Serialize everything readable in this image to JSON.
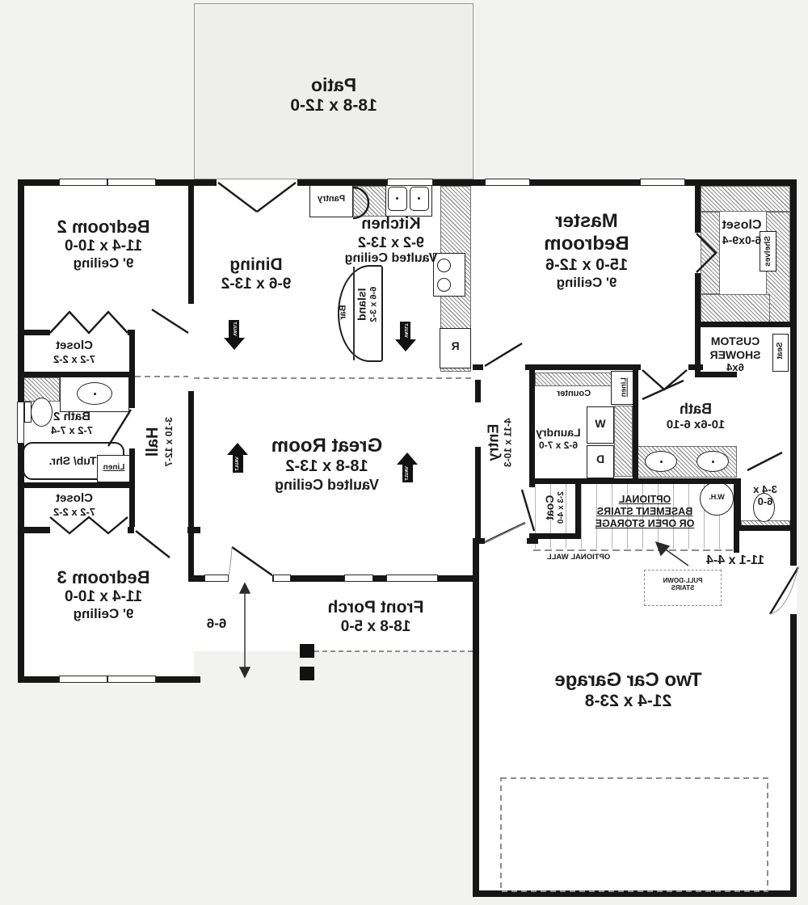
{
  "colors": {
    "wall": "#161616",
    "background": "#f2f2f1",
    "room": "#ffffff",
    "hatch": "#8f8f8f",
    "text": "#1c1c1c"
  },
  "rooms": {
    "patio": {
      "name": "Patio",
      "dims": "18-8 x 12-0"
    },
    "bedroom2": {
      "name": "Bedroom 2",
      "dims": "11-4 x 10-0",
      "ceiling": "9' Ceiling"
    },
    "closet_b2": {
      "name": "Closet",
      "dims": "7-2 x 2-2"
    },
    "bath2": {
      "name": "Bath 2",
      "dims": "7-2 x 7-4"
    },
    "closet_b3": {
      "name": "Closet",
      "dims": "7-2 x 2-2"
    },
    "bedroom3": {
      "name": "Bedroom 3",
      "dims": "11-4 x 10-0",
      "ceiling": "9' Ceiling"
    },
    "hall": {
      "name": "Hall",
      "dims": "3-10 x 12-7"
    },
    "dining": {
      "name": "Dining",
      "dims": "9-6 x 13-2"
    },
    "kitchen": {
      "name": "Kitchen",
      "dims": "9-2 x 13-2",
      "ceiling": "Vaulted Ceiling"
    },
    "island": {
      "name": "Island",
      "dims": "6-6 x 3-2"
    },
    "greatroom": {
      "name": "Great Room",
      "dims": "18-8 x 13-2",
      "ceiling": "Vaulted Ceiling"
    },
    "master": {
      "name": "Master Bedroom",
      "dims": "15-0 x 12-6",
      "ceiling": "9' Ceiling"
    },
    "mcloset": {
      "name": "Closet",
      "dims": "6-0x9-4"
    },
    "shower": {
      "line1": "CUSTOM",
      "line2": "SHOWER",
      "dims": "6x4"
    },
    "bath": {
      "name": "Bath",
      "dims": "10-6x 6-10"
    },
    "wc": {
      "dims1": "3-4 x",
      "dims2": "6-0"
    },
    "entry": {
      "name": "Entry",
      "dims": "4-11 x 10-3"
    },
    "laundry": {
      "name": "Laundry",
      "dims": "6-2 x 7-0"
    },
    "coat": {
      "name": "Coat",
      "dims": "2-3 x 4-0"
    },
    "porch": {
      "name": "Front Porch",
      "dims": "18-8 x 5-0"
    },
    "garage": {
      "name": "Two Car Garage",
      "dims": "21-4 x 23-8"
    }
  },
  "labels": {
    "pantry": "Pantry",
    "bar": "Bar",
    "fridge": "R",
    "tub": "Tub/ Shr.",
    "linen1": "Linen",
    "linen2": "Linen",
    "shelves": "Shelves",
    "seat": "Seat",
    "counter": "Counter",
    "washer": "W",
    "dryer": "D",
    "water_heater": "W.H.",
    "stairs1": "OPTIONAL",
    "stairs2": "BASEMENT STAIRS",
    "stairs3": "OR OPEN STORAGE",
    "optional_wall": "OPTIONAL WALL",
    "storage_dims": "11-1 x 4-4",
    "pulldown1": "PULL-DOWN",
    "pulldown2": "STAIRS",
    "porch_depth": "6-6",
    "vault": "VAULT"
  }
}
